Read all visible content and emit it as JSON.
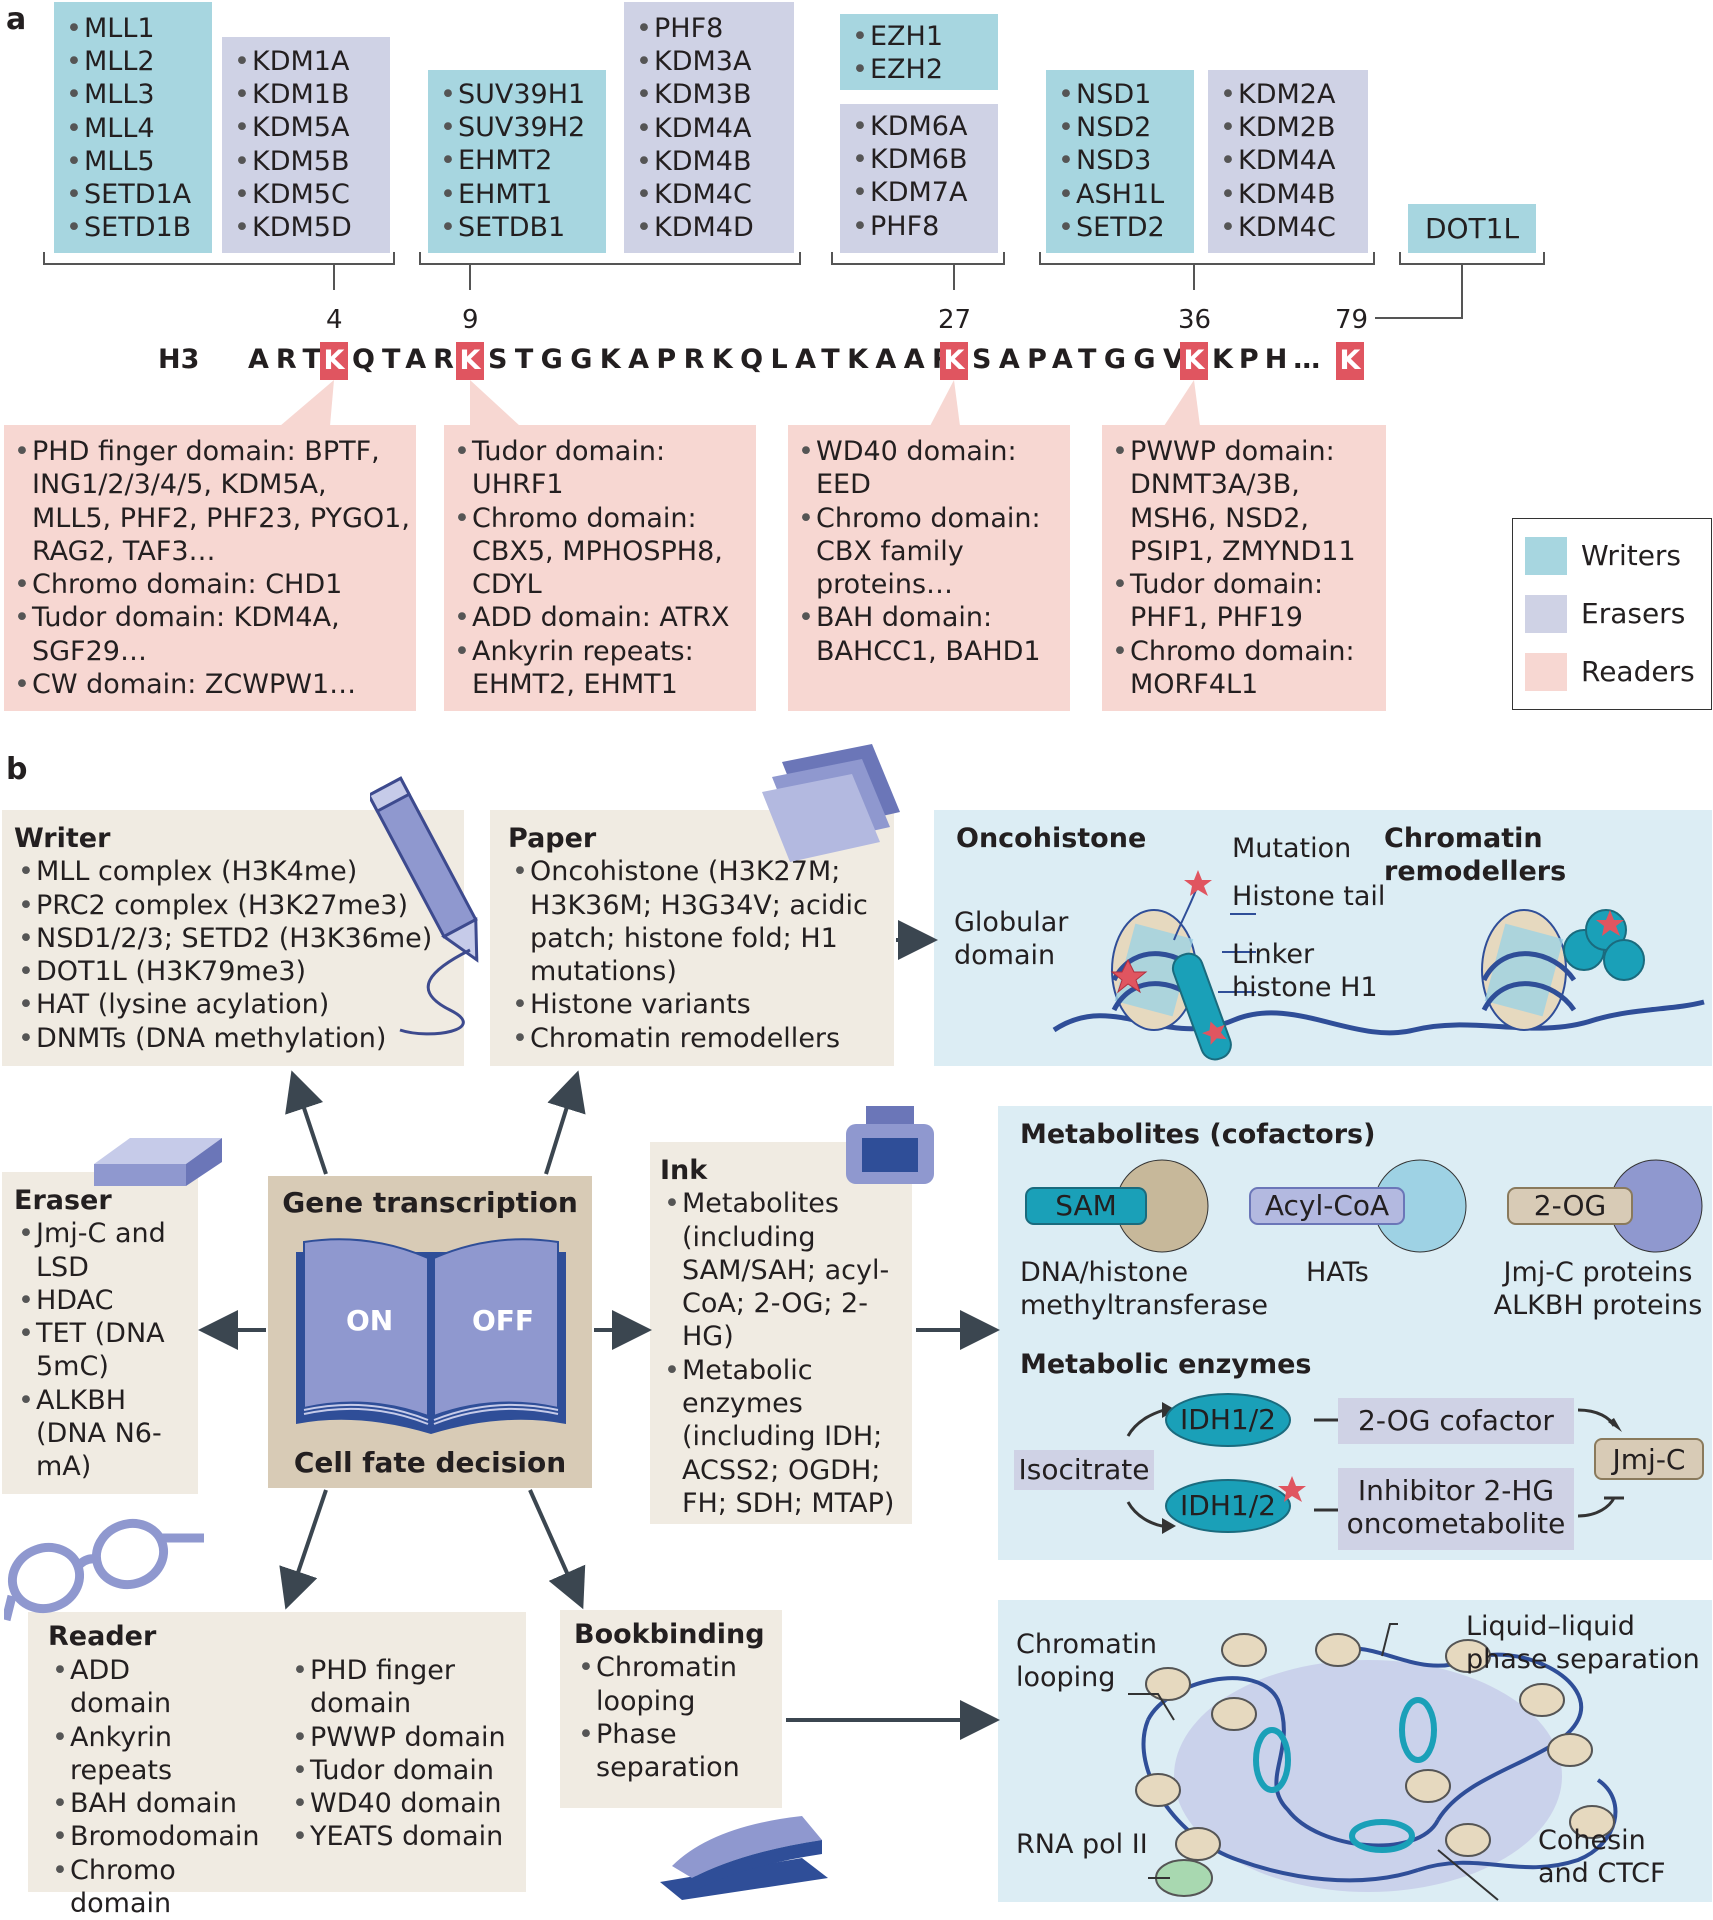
{
  "panel_a": {
    "label": "a",
    "histone": "H3",
    "sequence_prefix": "ART",
    "sequence_mid1": "QTAR",
    "sequence_mid2": "STGGKAPRKQLATKAAR",
    "sequence_mid3": "SAPATGGV",
    "sequence_mid4": "KPH…",
    "residue": "K",
    "positions": [
      "4",
      "9",
      "27",
      "36",
      "79"
    ],
    "k4": {
      "writers": [
        "MLL1",
        "MLL2",
        "MLL3",
        "MLL4",
        "MLL5",
        "SETD1A",
        "SETD1B"
      ],
      "erasers": [
        "KDM1A",
        "KDM1B",
        "KDM5A",
        "KDM5B",
        "KDM5C",
        "KDM5D"
      ],
      "readers": [
        "PHD finger domain: BPTF, ING1/2/3/4/5, KDM5A, MLL5, PHF2, PHF23, PYGO1, RAG2, TAF3…",
        "Chromo domain: CHD1",
        "Tudor domain: KDM4A, SGF29…",
        "CW domain: ZCWPW1…"
      ]
    },
    "k9": {
      "writers": [
        "SUV39H1",
        "SUV39H2",
        "EHMT2",
        "EHMT1",
        "SETDB1"
      ],
      "erasers": [
        "PHF8",
        "KDM3A",
        "KDM3B",
        "KDM4A",
        "KDM4B",
        "KDM4C",
        "KDM4D"
      ],
      "readers": [
        "Tudor domain: UHRF1",
        "Chromo domain: CBX5, MPHOSPH8, CDYL",
        "ADD domain: ATRX",
        "Ankyrin repeats: EHMT2, EHMT1"
      ]
    },
    "k27": {
      "writers": [
        "EZH1",
        "EZH2"
      ],
      "erasers": [
        "KDM6A",
        "KDM6B",
        "KDM7A",
        "PHF8"
      ],
      "readers": [
        "WD40 domain: EED",
        "Chromo domain: CBX family proteins…",
        "BAH domain: BAHCC1, BAHD1"
      ]
    },
    "k36": {
      "writers": [
        "NSD1",
        "NSD2",
        "NSD3",
        "ASH1L",
        "SETD2"
      ],
      "erasers": [
        "KDM2A",
        "KDM2B",
        "KDM4A",
        "KDM4B",
        "KDM4C"
      ],
      "readers": [
        "PWWP domain: DNMT3A/3B, MSH6, NSD2, PSIP1, ZMYND11",
        "Tudor domain: PHF1, PHF19",
        "Chromo domain: MORF4L1"
      ]
    },
    "k79": {
      "writers": [
        "DOT1L"
      ]
    },
    "legend": {
      "writers": "Writers",
      "erasers": "Erasers",
      "readers": "Readers"
    },
    "colors": {
      "writers": "#a7d6e0",
      "erasers": "#cfd2e5",
      "readers": "#f7d7d2",
      "lysine": "#e05560"
    }
  },
  "panel_b": {
    "label": "b",
    "writer": {
      "title": "Writer",
      "items": [
        "MLL complex (H3K4me)",
        "PRC2 complex (H3K27me3)",
        "NSD1/2/3; SETD2 (H3K36me)",
        "DOT1L (H3K79me3)",
        "HAT (lysine acylation)",
        "DNMTs (DNA methylation)"
      ]
    },
    "paper": {
      "title": "Paper",
      "items": [
        "Oncohistone (H3K27M; H3K36M; H3G34V; acidic patch; histone fold; H1 mutations)",
        "Histone variants",
        "Chromatin remodellers"
      ]
    },
    "eraser": {
      "title": "Eraser",
      "items": [
        "Jmj-C and LSD",
        "HDAC",
        "TET (DNA 5mC)",
        "ALKBH (DNA N6-mA)"
      ]
    },
    "center": {
      "top": "Gene transcription",
      "on": "ON",
      "off": "OFF",
      "bottom": "Cell fate decision"
    },
    "ink": {
      "title": "Ink",
      "items": [
        "Metabolites (including SAM/SAH; acyl-CoA; 2-OG; 2-HG)",
        "Metabolic enzymes (including IDH; ACSS2; OGDH; FH; SDH; MTAP)"
      ]
    },
    "reader": {
      "title": "Reader",
      "col1": [
        "ADD domain",
        "Ankyrin repeats",
        "BAH domain",
        "Bromodomain",
        "Chromo domain"
      ],
      "col2": [
        "PHD finger domain",
        "PWWP domain",
        "Tudor domain",
        "WD40 domain",
        "YEATS domain"
      ]
    },
    "bookbinding": {
      "title": "Bookbinding",
      "items": [
        "Chromatin looping",
        "Phase separation"
      ]
    },
    "oncohistone_panel": {
      "left_title": "Oncohistone",
      "right_title": "Chromatin remodellers",
      "mutation": "Mutation",
      "histone_tail": "Histone tail",
      "globular": "Globular domain",
      "linker": "Linker histone H1"
    },
    "metabolites_panel": {
      "title": "Metabolites (cofactors)",
      "cofactors": [
        {
          "pill": "SAM",
          "caption": "DNA/histone methyltransferase"
        },
        {
          "pill": "Acyl-CoA",
          "caption": "HATs"
        },
        {
          "pill": "2-OG",
          "caption": "Jmj-C proteins ALKBH proteins"
        }
      ],
      "enzymes_title": "Metabolic enzymes",
      "isocitrate": "Isocitrate",
      "idh": "IDH1/2",
      "cofactor_2og": "2-OG cofactor",
      "inhibitor": "Inhibitor 2-HG oncometabolite",
      "jmjc": "Jmj-C"
    },
    "chromatin_panel": {
      "looping": "Chromatin looping",
      "llps": "Liquid–liquid phase separation",
      "rnapol": "RNA pol II",
      "cohesin": "Cohesin and CTCF"
    }
  }
}
